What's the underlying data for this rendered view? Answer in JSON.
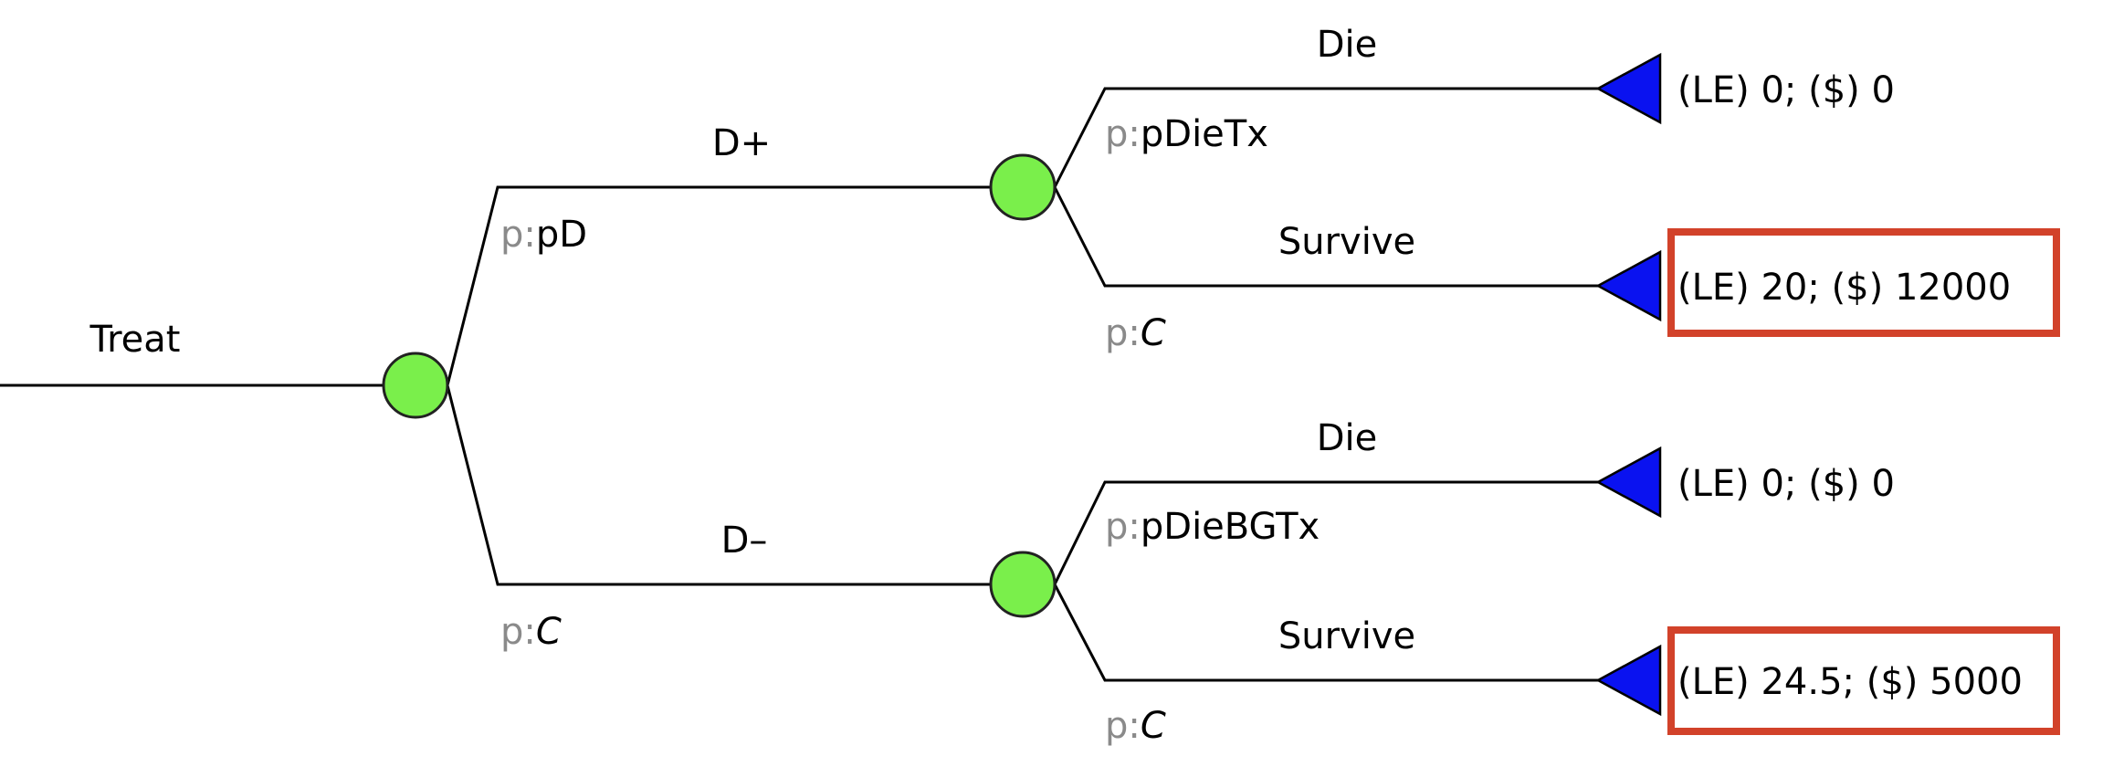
{
  "tree": {
    "root": {
      "label": "Treat"
    },
    "branches": [
      {
        "id": "dpos",
        "label": "D+",
        "prob_prefix": "p:",
        "prob": "pD",
        "prob_italic": false
      },
      {
        "id": "dneg",
        "label": "D–",
        "prob_prefix": "p:",
        "prob": "C",
        "prob_italic": true
      }
    ],
    "outcomes": [
      {
        "id": "dpos-die",
        "label": "Die",
        "prob_prefix": "p:",
        "prob": "pDieTx",
        "prob_italic": false,
        "payoff": "(LE) 0; ($) 0",
        "highlighted": false
      },
      {
        "id": "dpos-survive",
        "label": "Survive",
        "prob_prefix": "p:",
        "prob": "C",
        "prob_italic": true,
        "payoff": "(LE) 20; ($) 12000",
        "highlighted": true
      },
      {
        "id": "dneg-die",
        "label": "Die",
        "prob_prefix": "p:",
        "prob": "pDieBGTx",
        "prob_italic": false,
        "payoff": "(LE) 0; ($) 0",
        "highlighted": false
      },
      {
        "id": "dneg-survive",
        "label": "Survive",
        "prob_prefix": "p:",
        "prob": "C",
        "prob_italic": true,
        "payoff": "(LE) 24.5; ($) 5000",
        "highlighted": true
      }
    ],
    "colors": {
      "chance_node": "#7aef4b",
      "terminal_node": "#0a12f0",
      "highlight_box": "#d2422a",
      "line": "#000000",
      "prob_prefix": "#8a8a8a"
    }
  }
}
